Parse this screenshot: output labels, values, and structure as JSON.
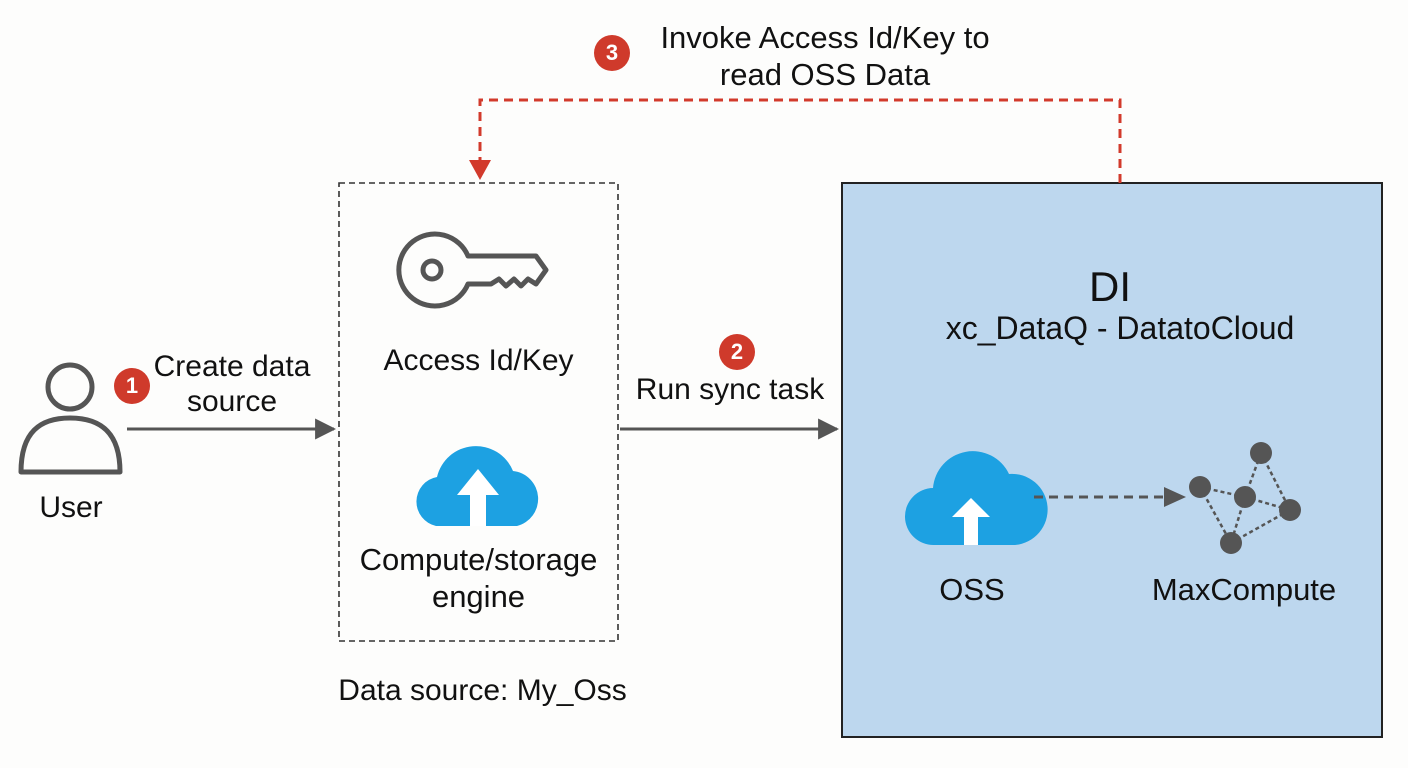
{
  "colors": {
    "step_badge": "#cf3a2b",
    "dashed_flow": "#d23a2c",
    "di_panel_fill": "#bdd7ee",
    "di_panel_border": "#222222",
    "cloud_blue": "#1da1e2",
    "icon_gray": "#555555"
  },
  "user": {
    "label": "User",
    "icon": "user-icon"
  },
  "steps": [
    {
      "number": "1",
      "label_line1": "Create data",
      "label_line2": "source"
    },
    {
      "number": "2",
      "label": "Run sync task"
    },
    {
      "number": "3",
      "label_line1": "Invoke Access Id/Key to",
      "label_line2": "read OSS Data"
    }
  ],
  "data_source": {
    "caption": "Data source: My_Oss",
    "key_label": "Access Id/Key",
    "key_icon": "key-icon",
    "engine_line1": "Compute/storage",
    "engine_line2": "engine",
    "engine_icon": "cloud-upload-icon"
  },
  "di": {
    "title": "DI",
    "subtitle": "xc_DataQ - DatatoCloud",
    "oss_label": "OSS",
    "oss_icon": "cloud-upload-icon",
    "maxcompute_label": "MaxCompute",
    "maxcompute_icon": "network-graph-icon"
  }
}
